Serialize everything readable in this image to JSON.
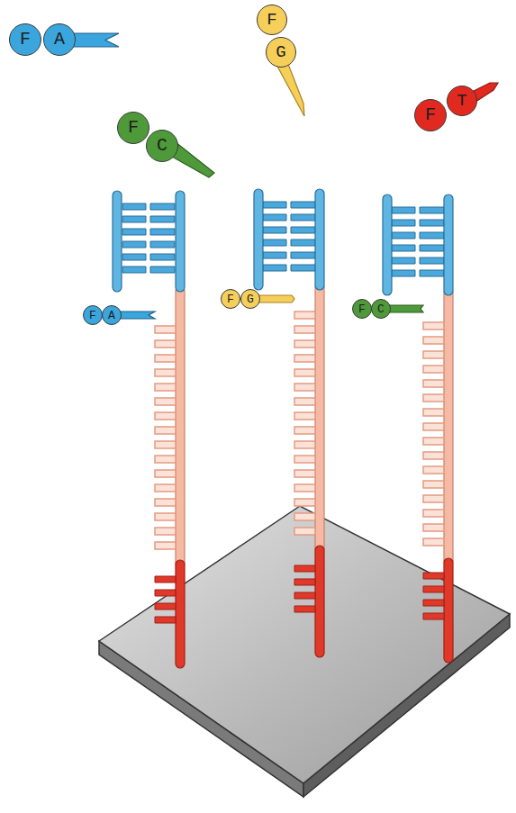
{
  "diagram": {
    "nodes": [
      {
        "text": [
          "F"
        ]
      },
      {
        "text": [
          "A"
        ]
      },
      {
        "text": [
          "F"
        ]
      },
      {
        "text": [
          "G"
        ]
      },
      {
        "text": [
          "F"
        ]
      },
      {
        "text": [
          "T"
        ]
      },
      {
        "text": [
          "F"
        ]
      },
      {
        "text": [
          "C"
        ]
      },
      {
        "text": [
          "F"
        ]
      },
      {
        "text": [
          "A"
        ]
      },
      {
        "text": [
          "F"
        ]
      },
      {
        "text": [
          "G"
        ]
      },
      {
        "text": [
          "F"
        ]
      },
      {
        "text": [
          "C"
        ]
      }
    ]
  }
}
